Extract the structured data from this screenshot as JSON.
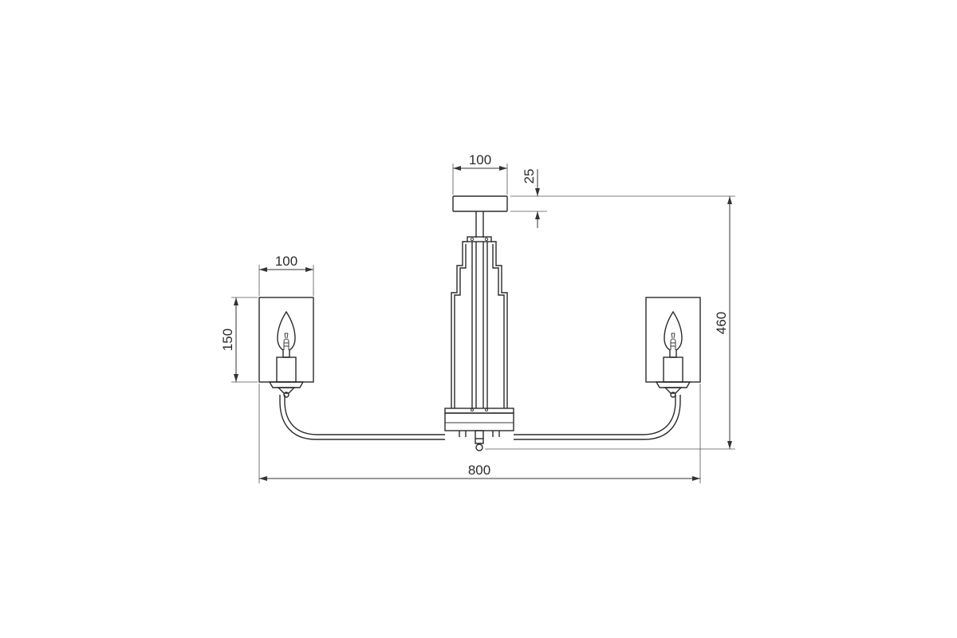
{
  "dimensions": {
    "canopy_width": "100",
    "canopy_height": "25",
    "shade_width": "100",
    "shade_height": "150",
    "overall_height": "460",
    "overall_width": "800"
  }
}
